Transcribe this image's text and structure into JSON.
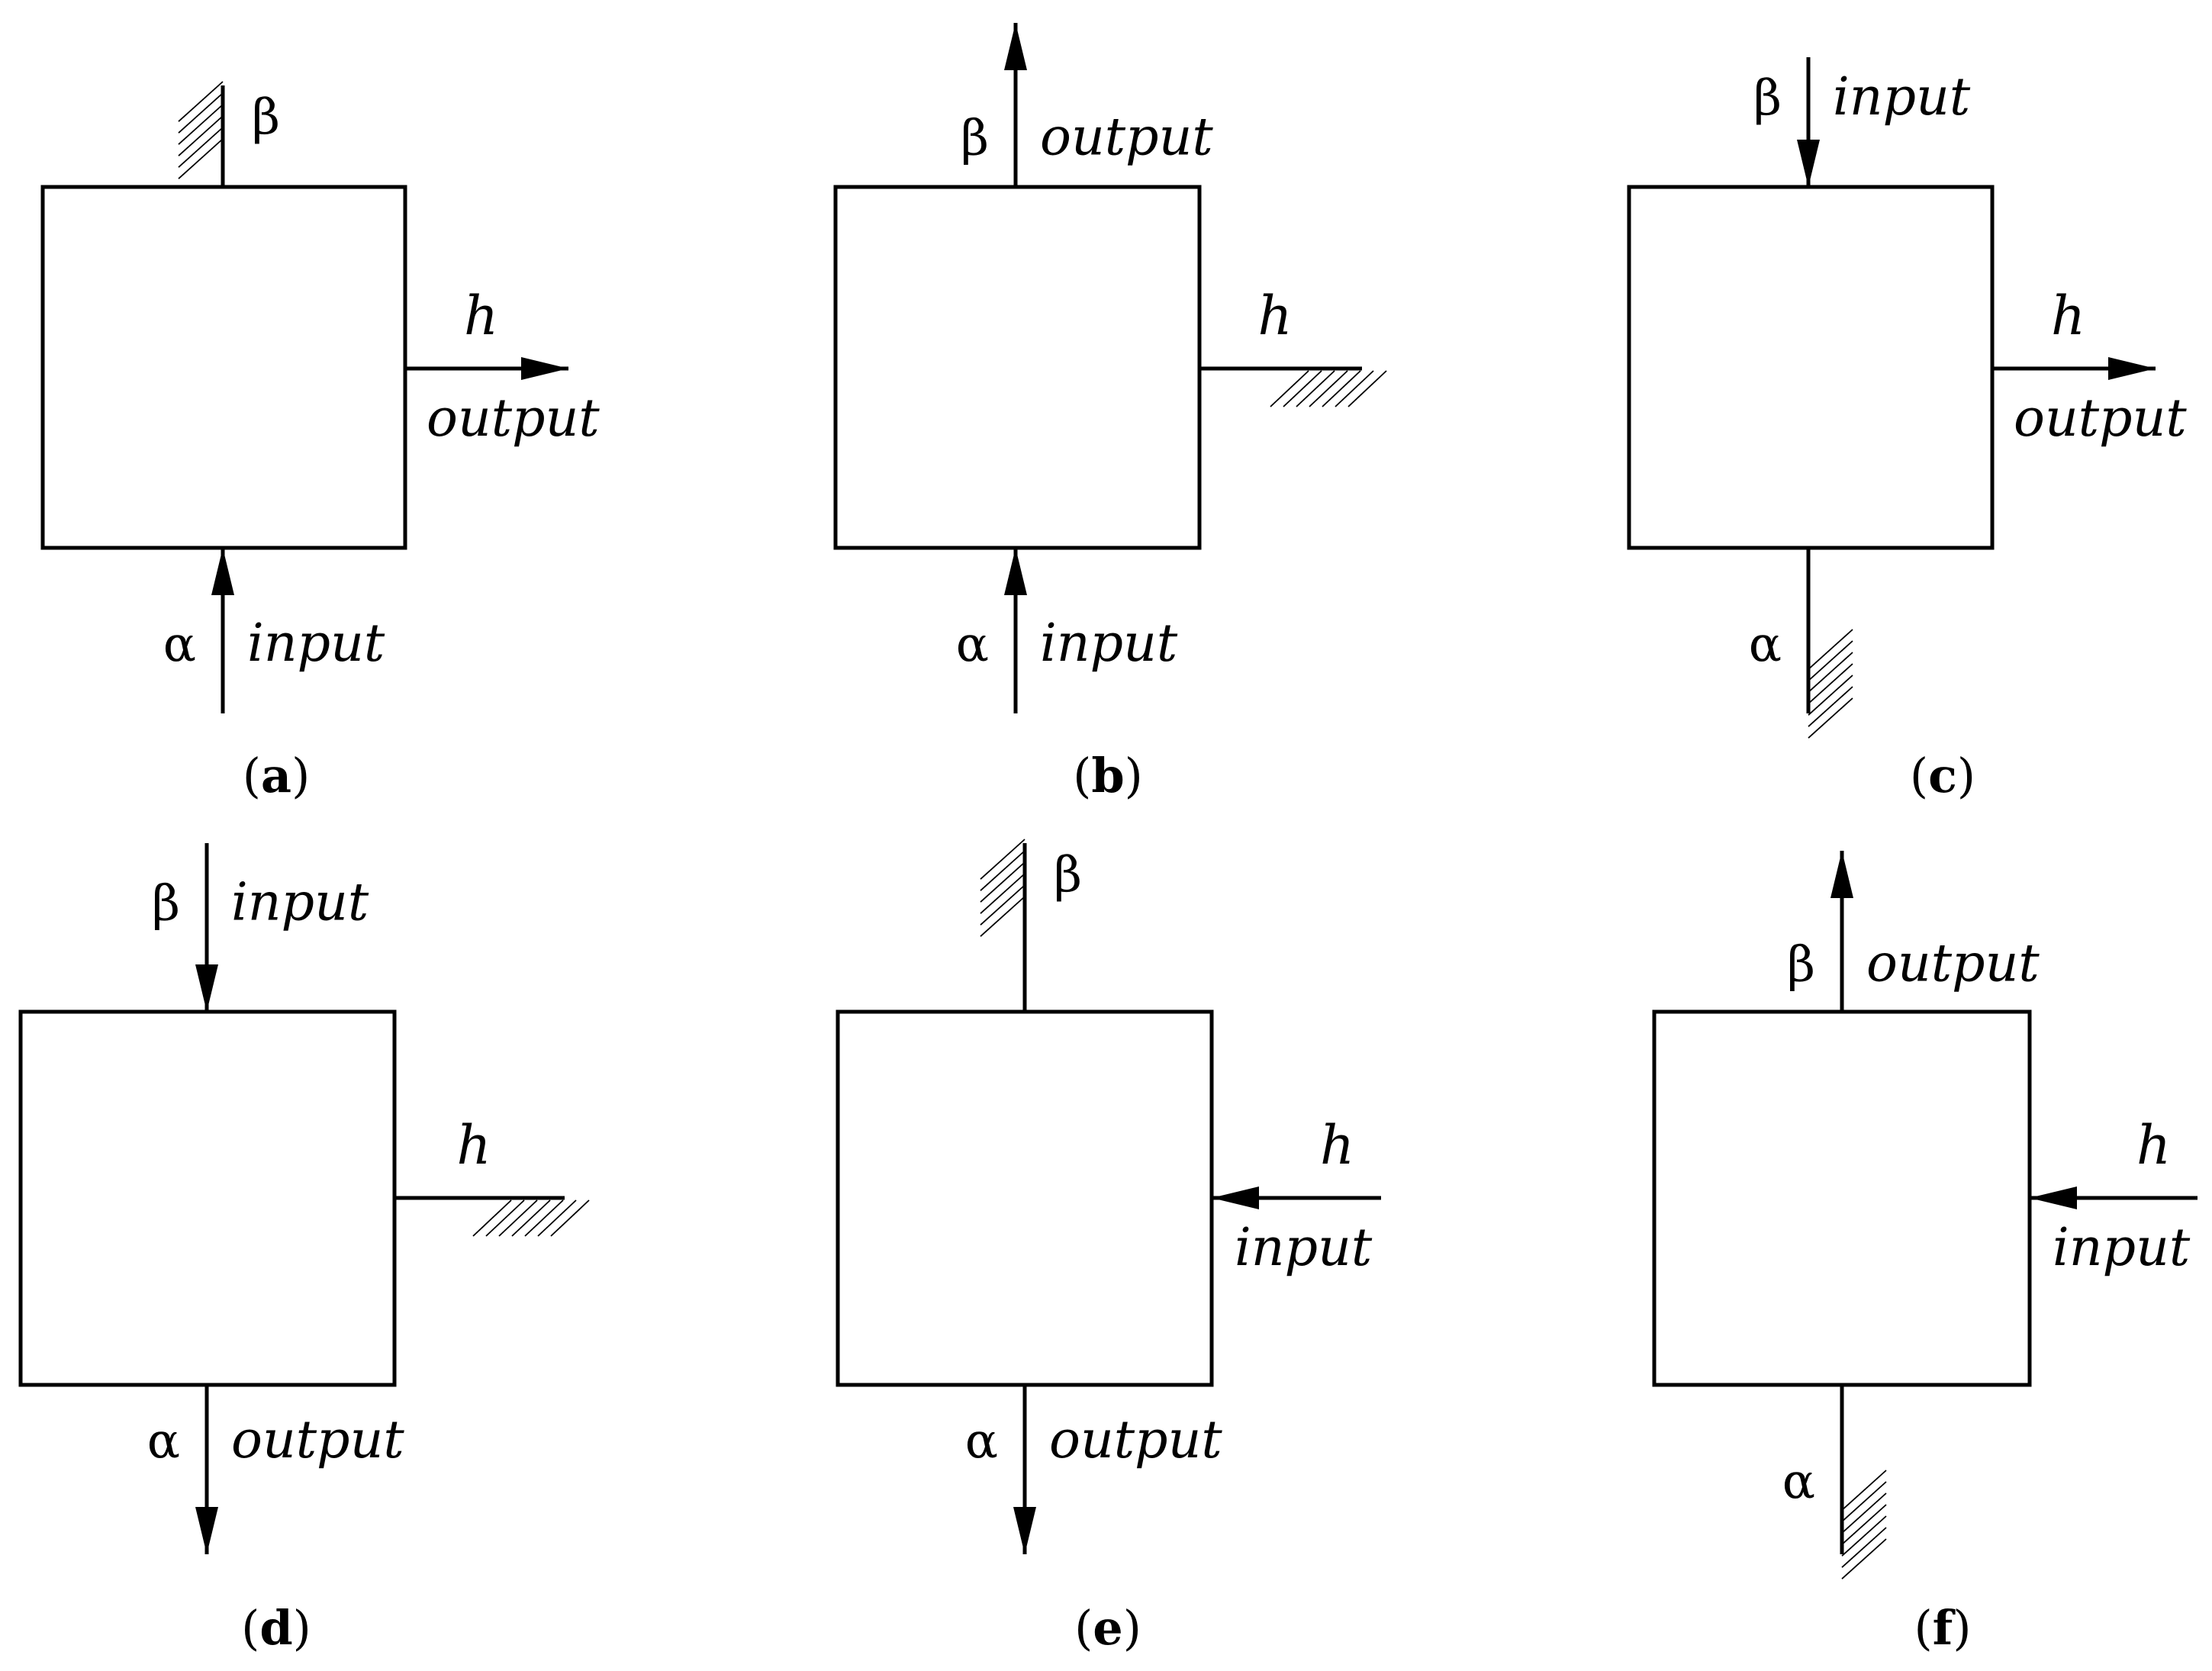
{
  "panels": [
    {
      "caption": "a",
      "top": {
        "symbol": "β",
        "role": "",
        "arrow": "none",
        "ground": true
      },
      "bottom": {
        "symbol": "α",
        "role": "input",
        "arrow": "in",
        "ground": false
      },
      "right": {
        "symbol": "h",
        "role": "output",
        "arrow": "out",
        "ground": false
      }
    },
    {
      "caption": "b",
      "top": {
        "symbol": "β",
        "role": "output",
        "arrow": "out",
        "ground": false
      },
      "bottom": {
        "symbol": "α",
        "role": "input",
        "arrow": "in",
        "ground": false
      },
      "right": {
        "symbol": "h",
        "role": "",
        "arrow": "none",
        "ground": true
      }
    },
    {
      "caption": "c",
      "top": {
        "symbol": "β",
        "role": "input",
        "arrow": "in",
        "ground": false
      },
      "bottom": {
        "symbol": "α",
        "role": "",
        "arrow": "none",
        "ground": true
      },
      "right": {
        "symbol": "h",
        "role": "output",
        "arrow": "out",
        "ground": false
      }
    },
    {
      "caption": "d",
      "top": {
        "symbol": "β",
        "role": "input",
        "arrow": "in",
        "ground": false
      },
      "bottom": {
        "symbol": "α",
        "role": "output",
        "arrow": "out",
        "ground": false
      },
      "right": {
        "symbol": "h",
        "role": "",
        "arrow": "none",
        "ground": true
      }
    },
    {
      "caption": "e",
      "top": {
        "symbol": "β",
        "role": "",
        "arrow": "none",
        "ground": true
      },
      "bottom": {
        "symbol": "α",
        "role": "output",
        "arrow": "out",
        "ground": false
      },
      "right": {
        "symbol": "h",
        "role": "input",
        "arrow": "in",
        "ground": false
      }
    },
    {
      "caption": "f",
      "top": {
        "symbol": "β",
        "role": "output",
        "arrow": "out",
        "ground": false
      },
      "bottom": {
        "symbol": "α",
        "role": "",
        "arrow": "none",
        "ground": true
      },
      "right": {
        "symbol": "h",
        "role": "input",
        "arrow": "in",
        "ground": false
      }
    }
  ]
}
